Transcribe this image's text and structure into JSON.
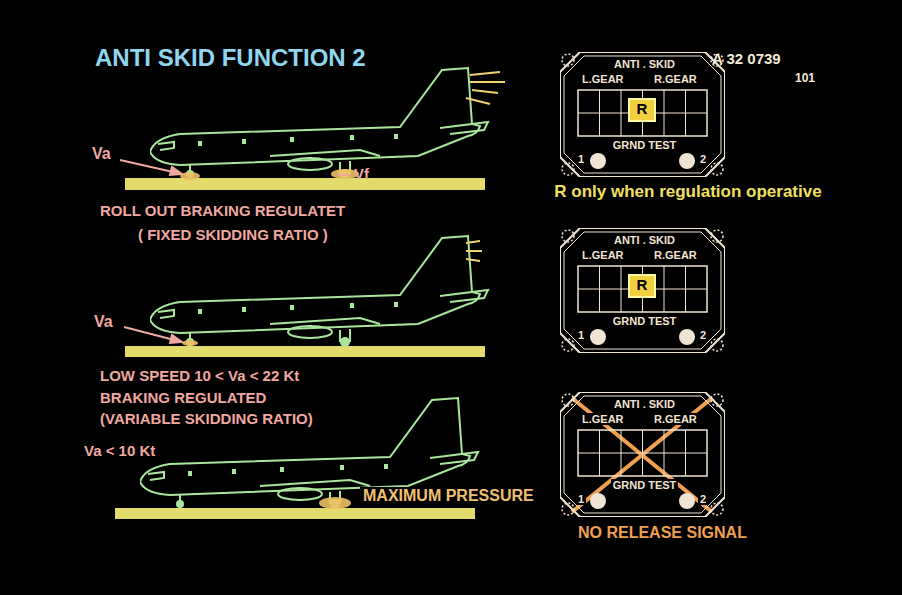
{
  "diagram": {
    "title": "ANTI SKID FUNCTION 2",
    "nodes": [
      {
        "text": [
          "ANTI . SKID",
          "L.GEAR",
          "R.GEAR",
          "GRND TEST",
          "1",
          "2"
        ]
      },
      {
        "text": [
          "R"
        ],
        "in": 0
      },
      {
        "text": [
          "ANTI . SKID",
          "L.GEAR",
          "R.GEAR",
          "GRND TEST",
          "1",
          "2"
        ]
      },
      {
        "text": [
          "R"
        ],
        "in": 2
      },
      {
        "text": [
          "ANTI . SKID",
          "L.GEAR",
          "R.GEAR",
          "GRND TEST",
          "1",
          "2"
        ]
      }
    ],
    "labels": [
      "A 32 0739",
      "101",
      "Va",
      "Vf",
      "ROLL OUT BRAKING REGULATET",
      "( FIXED SKIDDING RATIO )",
      "R only when regulation operative",
      "Va",
      "LOW SPEED 10 < Va < 22 Kt",
      "BRAKING REGULATED",
      "(VARIABLE SKIDDING RATIO)",
      "Va < 10 Kt",
      "MAXIMUM PRESSURE",
      "NO RELEASE SIGNAL"
    ]
  }
}
